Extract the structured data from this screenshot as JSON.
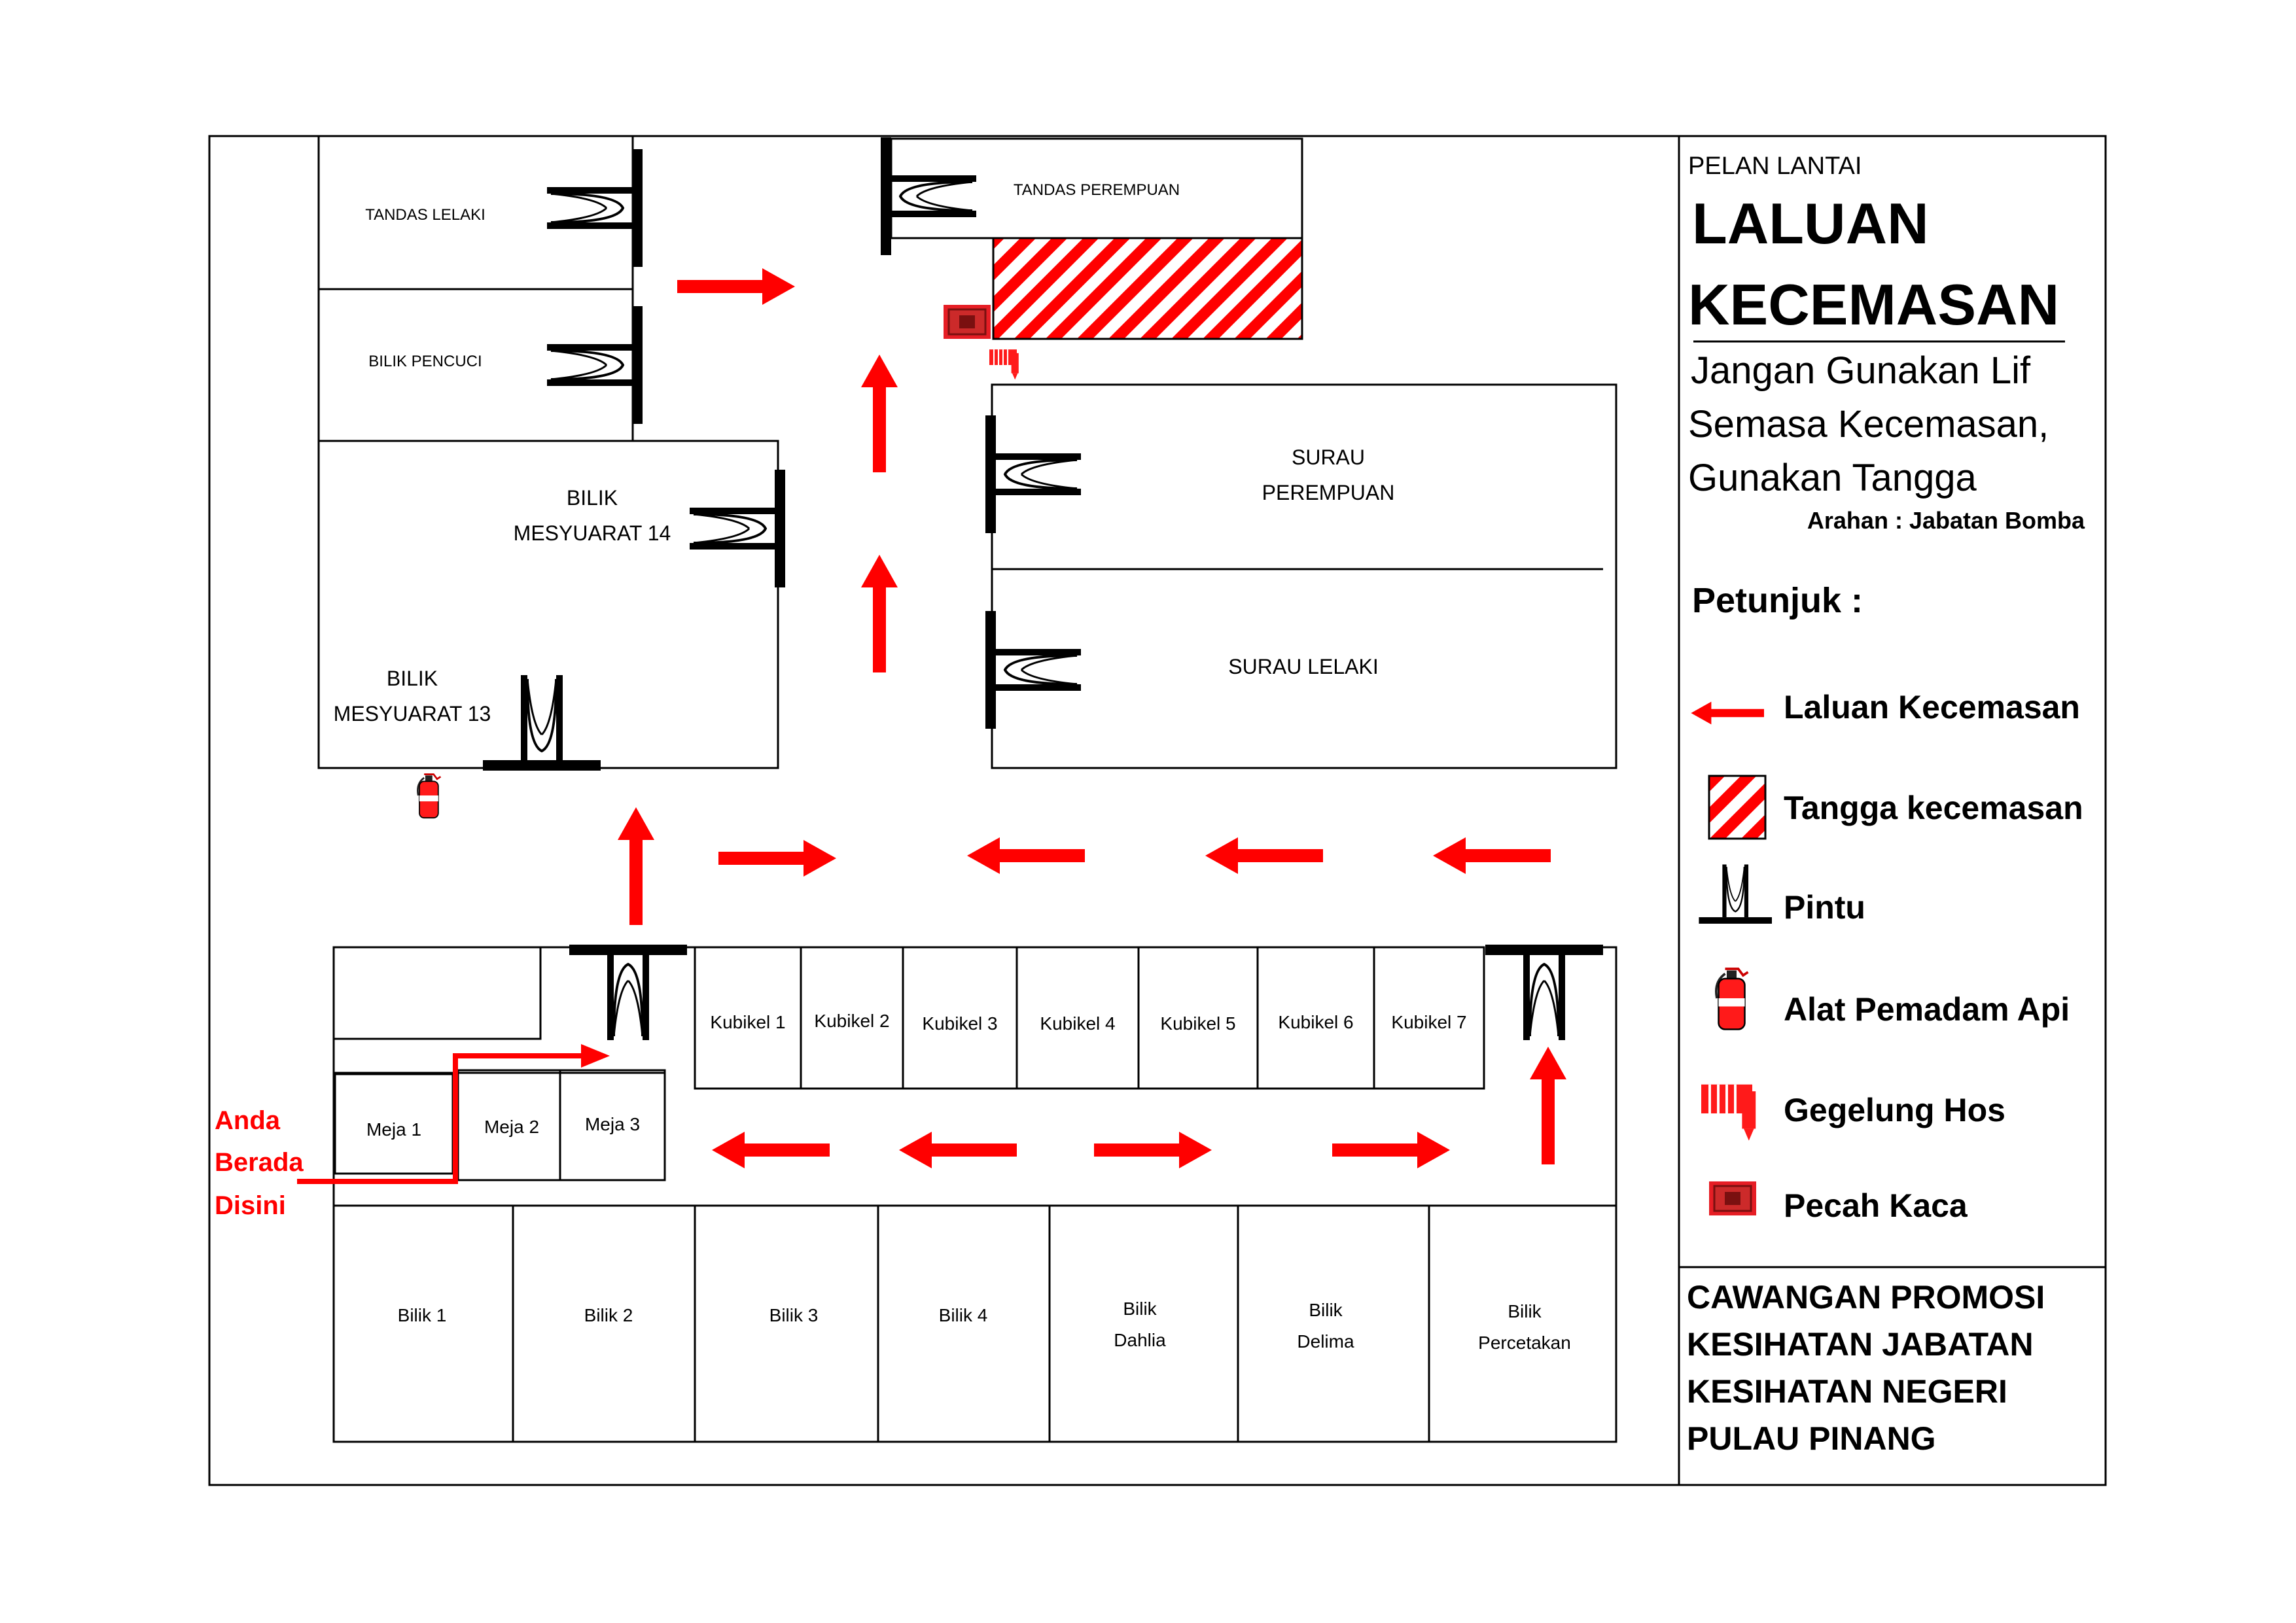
{
  "colors": {
    "accent": "#ff0000",
    "line": "#000000",
    "background": "#ffffff"
  },
  "sidebar": {
    "subtitle": "PELAN LANTAI",
    "title_line1": "LALUAN",
    "title_line2": "KECEMASAN",
    "warning_line1": "Jangan Gunakan Lif",
    "warning_line2": "Semasa Kecemasan,",
    "warning_line3": "Gunakan Tangga",
    "source": "Arahan : Jabatan Bomba",
    "legend_heading": "Petunjuk :",
    "legend": [
      {
        "icon": "evacuation-arrow-icon",
        "label": "Laluan Kecemasan"
      },
      {
        "icon": "stairs-hatch-icon",
        "label": "Tangga kecemasan"
      },
      {
        "icon": "door-icon",
        "label": "Pintu"
      },
      {
        "icon": "fire-extinguisher-icon",
        "label": "Alat Pemadam Api"
      },
      {
        "icon": "hose-reel-icon",
        "label": "Gegelung Hos"
      },
      {
        "icon": "break-glass-icon",
        "label": "Pecah Kaca"
      }
    ],
    "org_line1": "CAWANGAN PROMOSI",
    "org_line2": "KESIHATAN JABATAN",
    "org_line3": "KESIHATAN NEGERI",
    "org_line4": "PULAU PINANG"
  },
  "rooms": {
    "tandas_lelaki": "TANDAS LELAKI",
    "bilik_pencuci": "BILIK PENCUCI",
    "tandas_perempuan": "TANDAS PEREMPUAN",
    "bilik_mesyuarat_14_l1": "BILIK",
    "bilik_mesyuarat_14_l2": "MESYUARAT 14",
    "bilik_mesyuarat_13_l1": "BILIK",
    "bilik_mesyuarat_13_l2": "MESYUARAT 13",
    "surau_perempuan_l1": "SURAU",
    "surau_perempuan_l2": "PEREMPUAN",
    "surau_lelaki": "SURAU LELAKI",
    "kubikel": [
      "Kubikel 1",
      "Kubikel 2",
      "Kubikel 3",
      "Kubikel 4",
      "Kubikel 5",
      "Kubikel 6",
      "Kubikel 7"
    ],
    "meja": [
      "Meja 1",
      "Meja 2",
      "Meja 3"
    ],
    "bilik_1": "Bilik 1",
    "bilik_2": "Bilik 2",
    "bilik_3": "Bilik 3",
    "bilik_4": "Bilik 4",
    "bilik_dahlia_l1": "Bilik",
    "bilik_dahlia_l2": "Dahlia",
    "bilik_delima_l1": "Bilik",
    "bilik_delima_l2": "Delima",
    "bilik_percetakan_l1": "Bilik",
    "bilik_percetakan_l2": "Percetakan"
  },
  "you_are_here": {
    "line1": "Anda",
    "line2": "Berada",
    "line3": "Disini"
  }
}
